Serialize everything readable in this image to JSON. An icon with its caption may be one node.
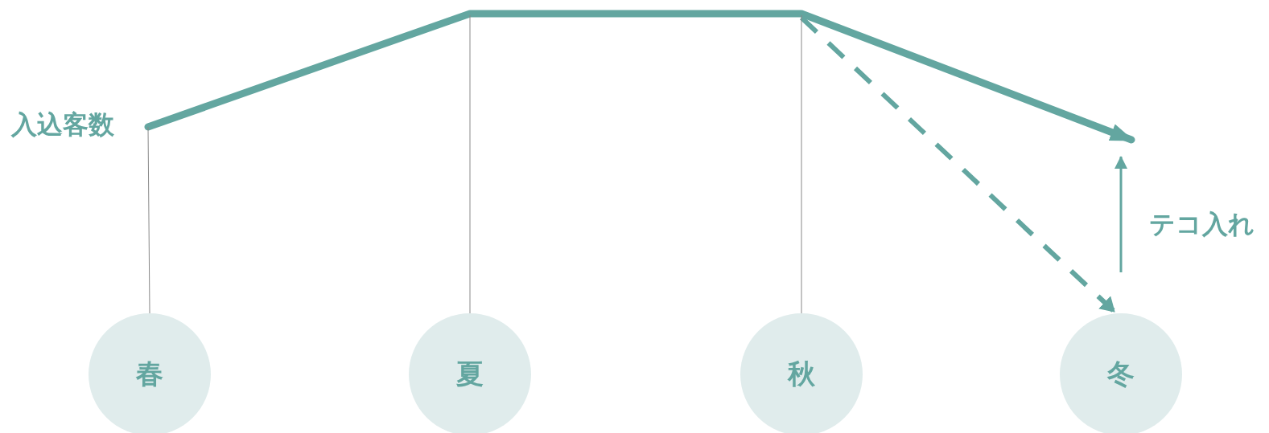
{
  "diagram": {
    "nodes": [
      {
        "text": [
          "入込客数"
        ]
      },
      {
        "text": [
          "春"
        ]
      },
      {
        "text": [
          "夏"
        ]
      },
      {
        "text": [
          "秋"
        ]
      },
      {
        "text": [
          "冬"
        ]
      },
      {
        "text": [
          "テコ入れ"
        ]
      }
    ],
    "edges": [
      {
        "from": null,
        "to": 4,
        "arrow": "to",
        "style": "dashed"
      },
      {
        "from": 1,
        "to": null,
        "arrow": "none"
      },
      {
        "from": 2,
        "to": null,
        "arrow": "none"
      },
      {
        "from": 3,
        "to": null,
        "arrow": "none"
      }
    ]
  }
}
